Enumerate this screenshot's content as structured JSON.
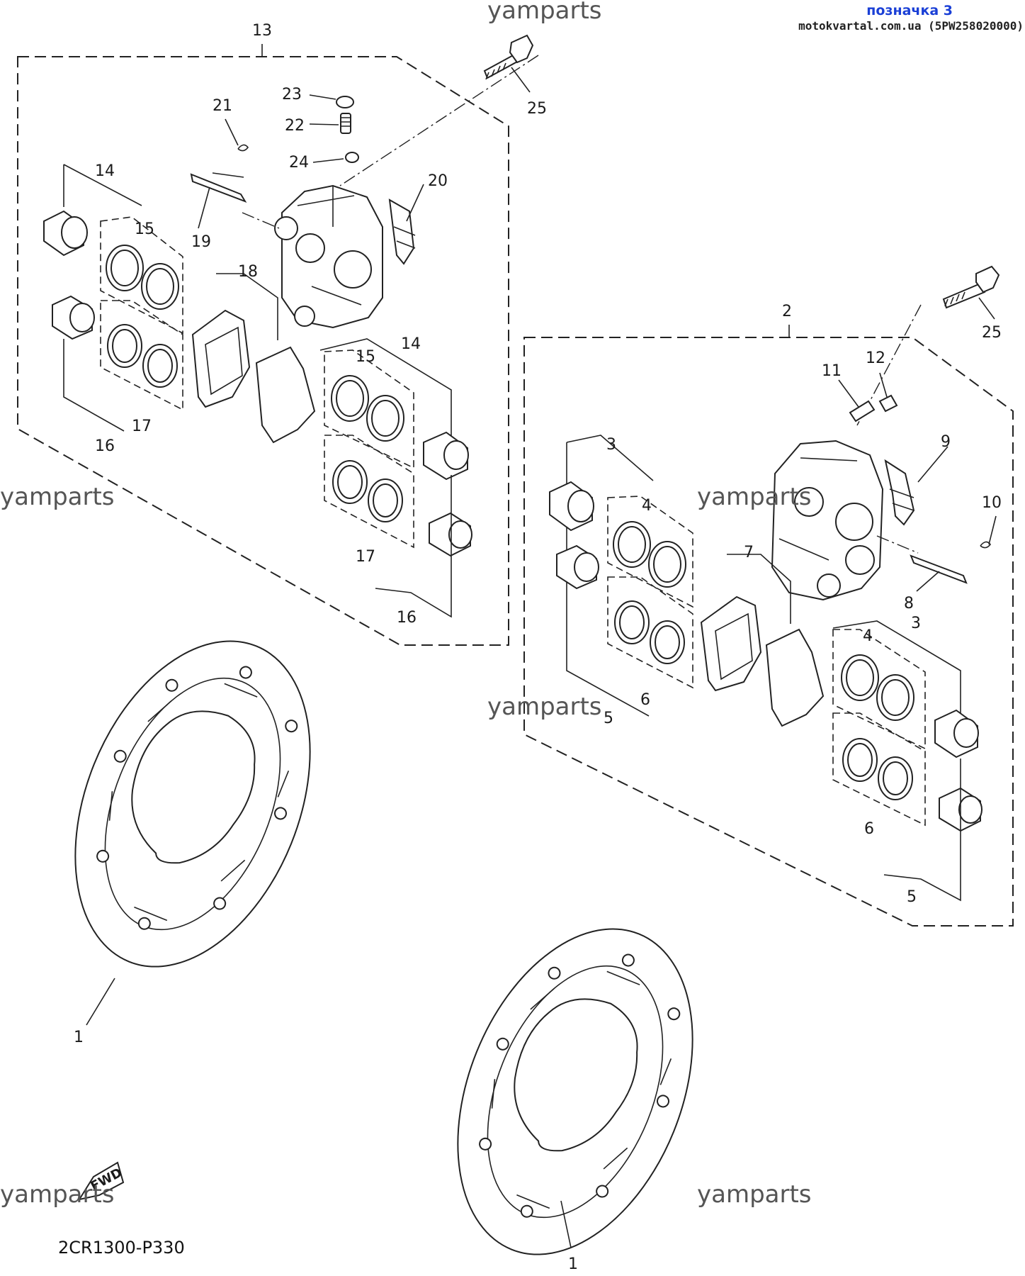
{
  "header": {
    "title": "позначка 3",
    "subtitle": "motokvartal.com.ua (5PW258020000)"
  },
  "watermark": "yamparts",
  "diagram_code": "2CR1300-P330",
  "fwd_label": "FWD",
  "labels": {
    "l1a": "1",
    "l1b": "1",
    "l2": "2",
    "l3a": "3",
    "l3b": "3",
    "l4a": "4",
    "l4b": "4",
    "l5a": "5",
    "l5b": "5",
    "l6a": "6",
    "l6b": "6",
    "l7": "7",
    "l8": "8",
    "l9": "9",
    "l10": "10",
    "l11": "11",
    "l12": "12",
    "l13": "13",
    "l14a": "14",
    "l14b": "14",
    "l15a": "15",
    "l15b": "15",
    "l16a": "16",
    "l16b": "16",
    "l17a": "17",
    "l17b": "17",
    "l18": "18",
    "l19": "19",
    "l20": "20",
    "l21": "21",
    "l22": "22",
    "l23": "23",
    "l24": "24",
    "l25a": "25",
    "l25b": "25"
  }
}
